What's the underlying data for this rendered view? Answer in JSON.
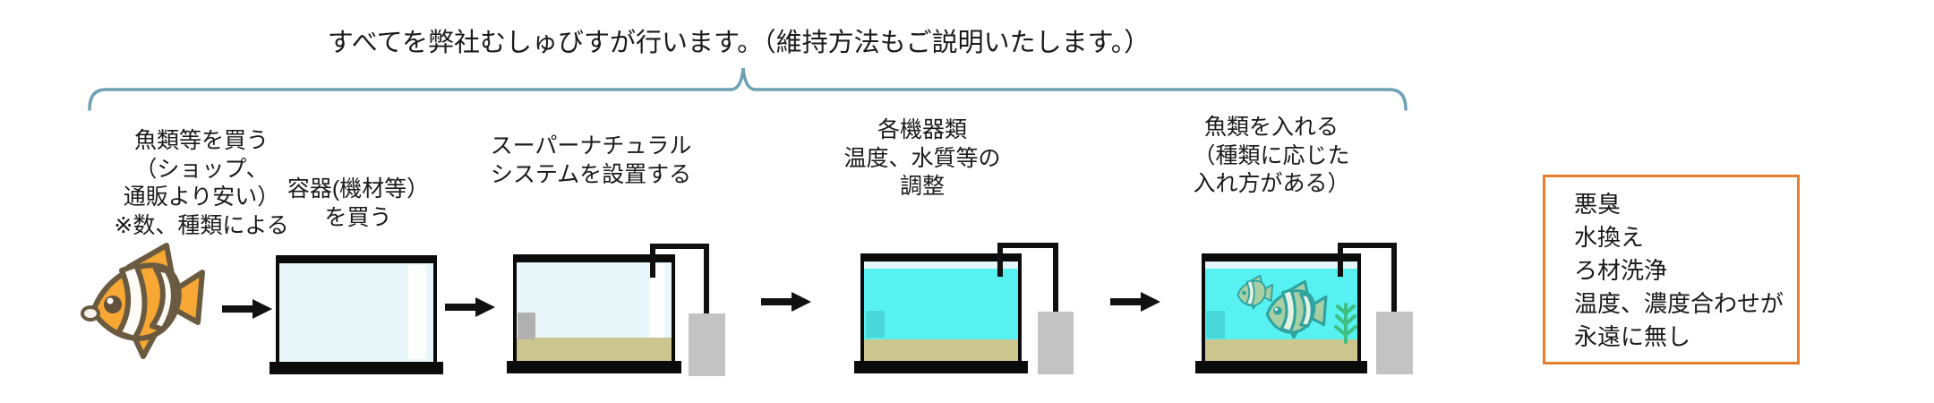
{
  "title": "すべてを弊社むしゅびすが行います。（維持方法もご説明いたします。）",
  "steps": [
    {
      "id": "buy-fish",
      "label": "魚類等を買う\n（ショップ、\n通販より安い）\n※数、種類による"
    },
    {
      "id": "buy-container",
      "label": "容器(機材等）\nを買う"
    },
    {
      "id": "install-system",
      "label": "スーパーナチュラル\nシステムを設置する"
    },
    {
      "id": "adjust-equipment",
      "label": "各機器類\n温度、水質等の\n調整"
    },
    {
      "id": "add-fish",
      "label": "魚類を入れる\n（種類に応じた\n入れ方がある）"
    }
  ],
  "note_box": {
    "text": "悪臭\n水換え\nろ材洗浄\n温度、濃度合わせが\n永遠に無し",
    "border_color": "#E87D2B"
  },
  "icons": {
    "fish": "tropical-fish-icon",
    "tank_fish": "green-fish-icon",
    "seaweed": "seaweed-icon",
    "arrow": "right-arrow-icon",
    "brace": "horizontal-brace-icon"
  },
  "colors": {
    "brace": "#6FA0B6",
    "note_border": "#E87D2B",
    "water_pale": "#EAF7FA",
    "water_cyan": "#58F1F1",
    "sand": "#CBC68F",
    "tank_frame": "#0B0B0B",
    "heater_gray": "#B1B1B1",
    "heater_teal": "#49D8DA",
    "filter_gray": "#C3C3C3",
    "pipe_black": "#101010",
    "fish_orange": "#F7A733",
    "fish_outline": "#6A5A40",
    "tank_fish_green": "#A8CFA3",
    "tank_fish_outline": "#2FA3A0",
    "seaweed_green": "#3FBF82",
    "arrow_black": "#111111"
  }
}
